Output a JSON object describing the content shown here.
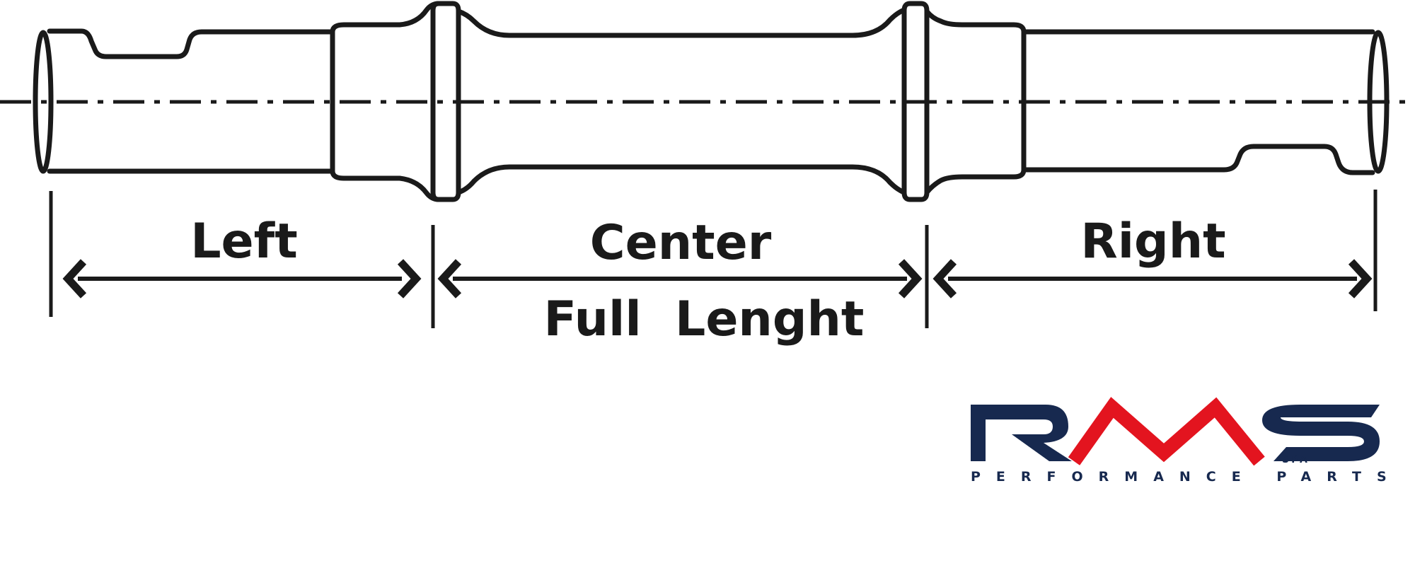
{
  "diagram": {
    "labels": {
      "left": "Left",
      "center": "Center",
      "right": "Right",
      "full_length": "Full  Lenght"
    }
  },
  "logo": {
    "letters": "RMS",
    "suffix": "SPA",
    "tagline": "PERFORMANCE PARTS",
    "colors": {
      "navy": "#17294f",
      "red": "#e3141f"
    }
  },
  "colors": {
    "line": "#1a1a1a",
    "background": "#ffffff"
  }
}
